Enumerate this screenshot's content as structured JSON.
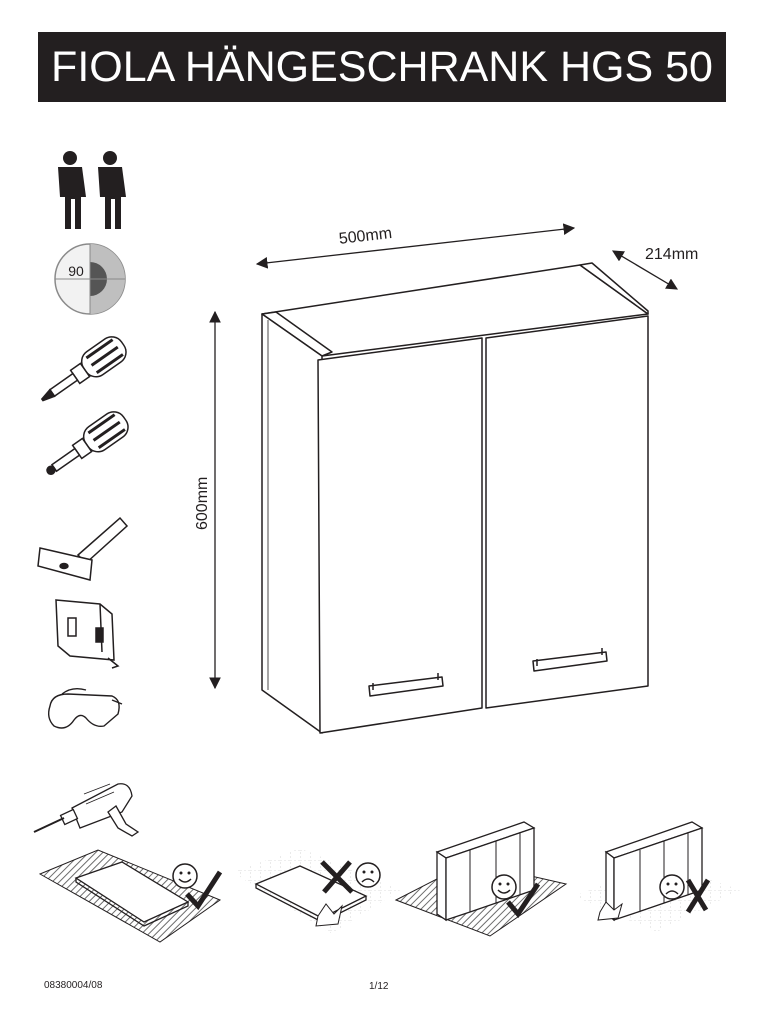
{
  "header": {
    "title": "FIOLA HÄNGESCHRANK HGS 50"
  },
  "tools": {
    "angle_label": "90",
    "items": [
      "two-persons-icon",
      "angle-90-icon",
      "flat-screwdriver-icon",
      "phillips-screwdriver-icon",
      "hammer-icon",
      "tape-measure-icon",
      "safety-glasses-icon"
    ]
  },
  "dimensions": {
    "width": "500mm",
    "depth": "214mm",
    "height": "600mm"
  },
  "footer": {
    "doc_number": "08380004/08",
    "page": "1/12"
  }
}
